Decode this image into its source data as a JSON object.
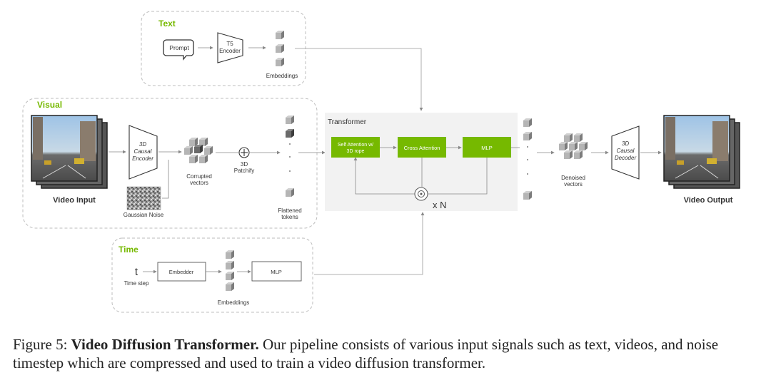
{
  "groups": {
    "text": "Text",
    "visual": "Visual",
    "time": "Time",
    "transformer": "Transformer"
  },
  "text_branch": {
    "prompt": "Prompt",
    "encoder_line1": "T5",
    "encoder_line2": "Encoder",
    "embeddings": "Embeddings"
  },
  "visual_branch": {
    "video_input": "Video Input",
    "encoder_line1": "3D",
    "encoder_line2": "Causal",
    "encoder_line3": "Encoder",
    "noise": "Gaussian Noise",
    "corrupted_line1": "Corrupted",
    "corrupted_line2": "vectors",
    "patchify_line1": "3D",
    "patchify_line2": "Patchify",
    "flattened_line1": "Flattened",
    "flattened_line2": "tokens"
  },
  "transformer_block": {
    "self_attention_line1": "Self Attention w/",
    "self_attention_line2": "3D rope",
    "cross_attention": "Cross Attention",
    "mlp": "MLP",
    "repeat": "x N"
  },
  "output_branch": {
    "denoised_line1": "Denoised",
    "denoised_line2": "vectors",
    "decoder_line1": "3D",
    "decoder_line2": "Causal",
    "decoder_line3": "Decoder",
    "video_output": "Video Output"
  },
  "time_branch": {
    "t_symbol": "t",
    "time_step": "Time step",
    "embedder": "Embedder",
    "embeddings": "Embeddings",
    "mlp": "MLP"
  },
  "caption": {
    "prefix": "Figure 5: ",
    "title": "Video Diffusion Transformer.",
    "body": " Our pipeline consists of various input signals such as text, videos, and noise timestep which are compressed and used to train a video diffusion transformer."
  },
  "colors": {
    "accent_green": "#76b900",
    "panel_gray": "#f2f2f2",
    "dashed_border": "#bdbdbd"
  }
}
